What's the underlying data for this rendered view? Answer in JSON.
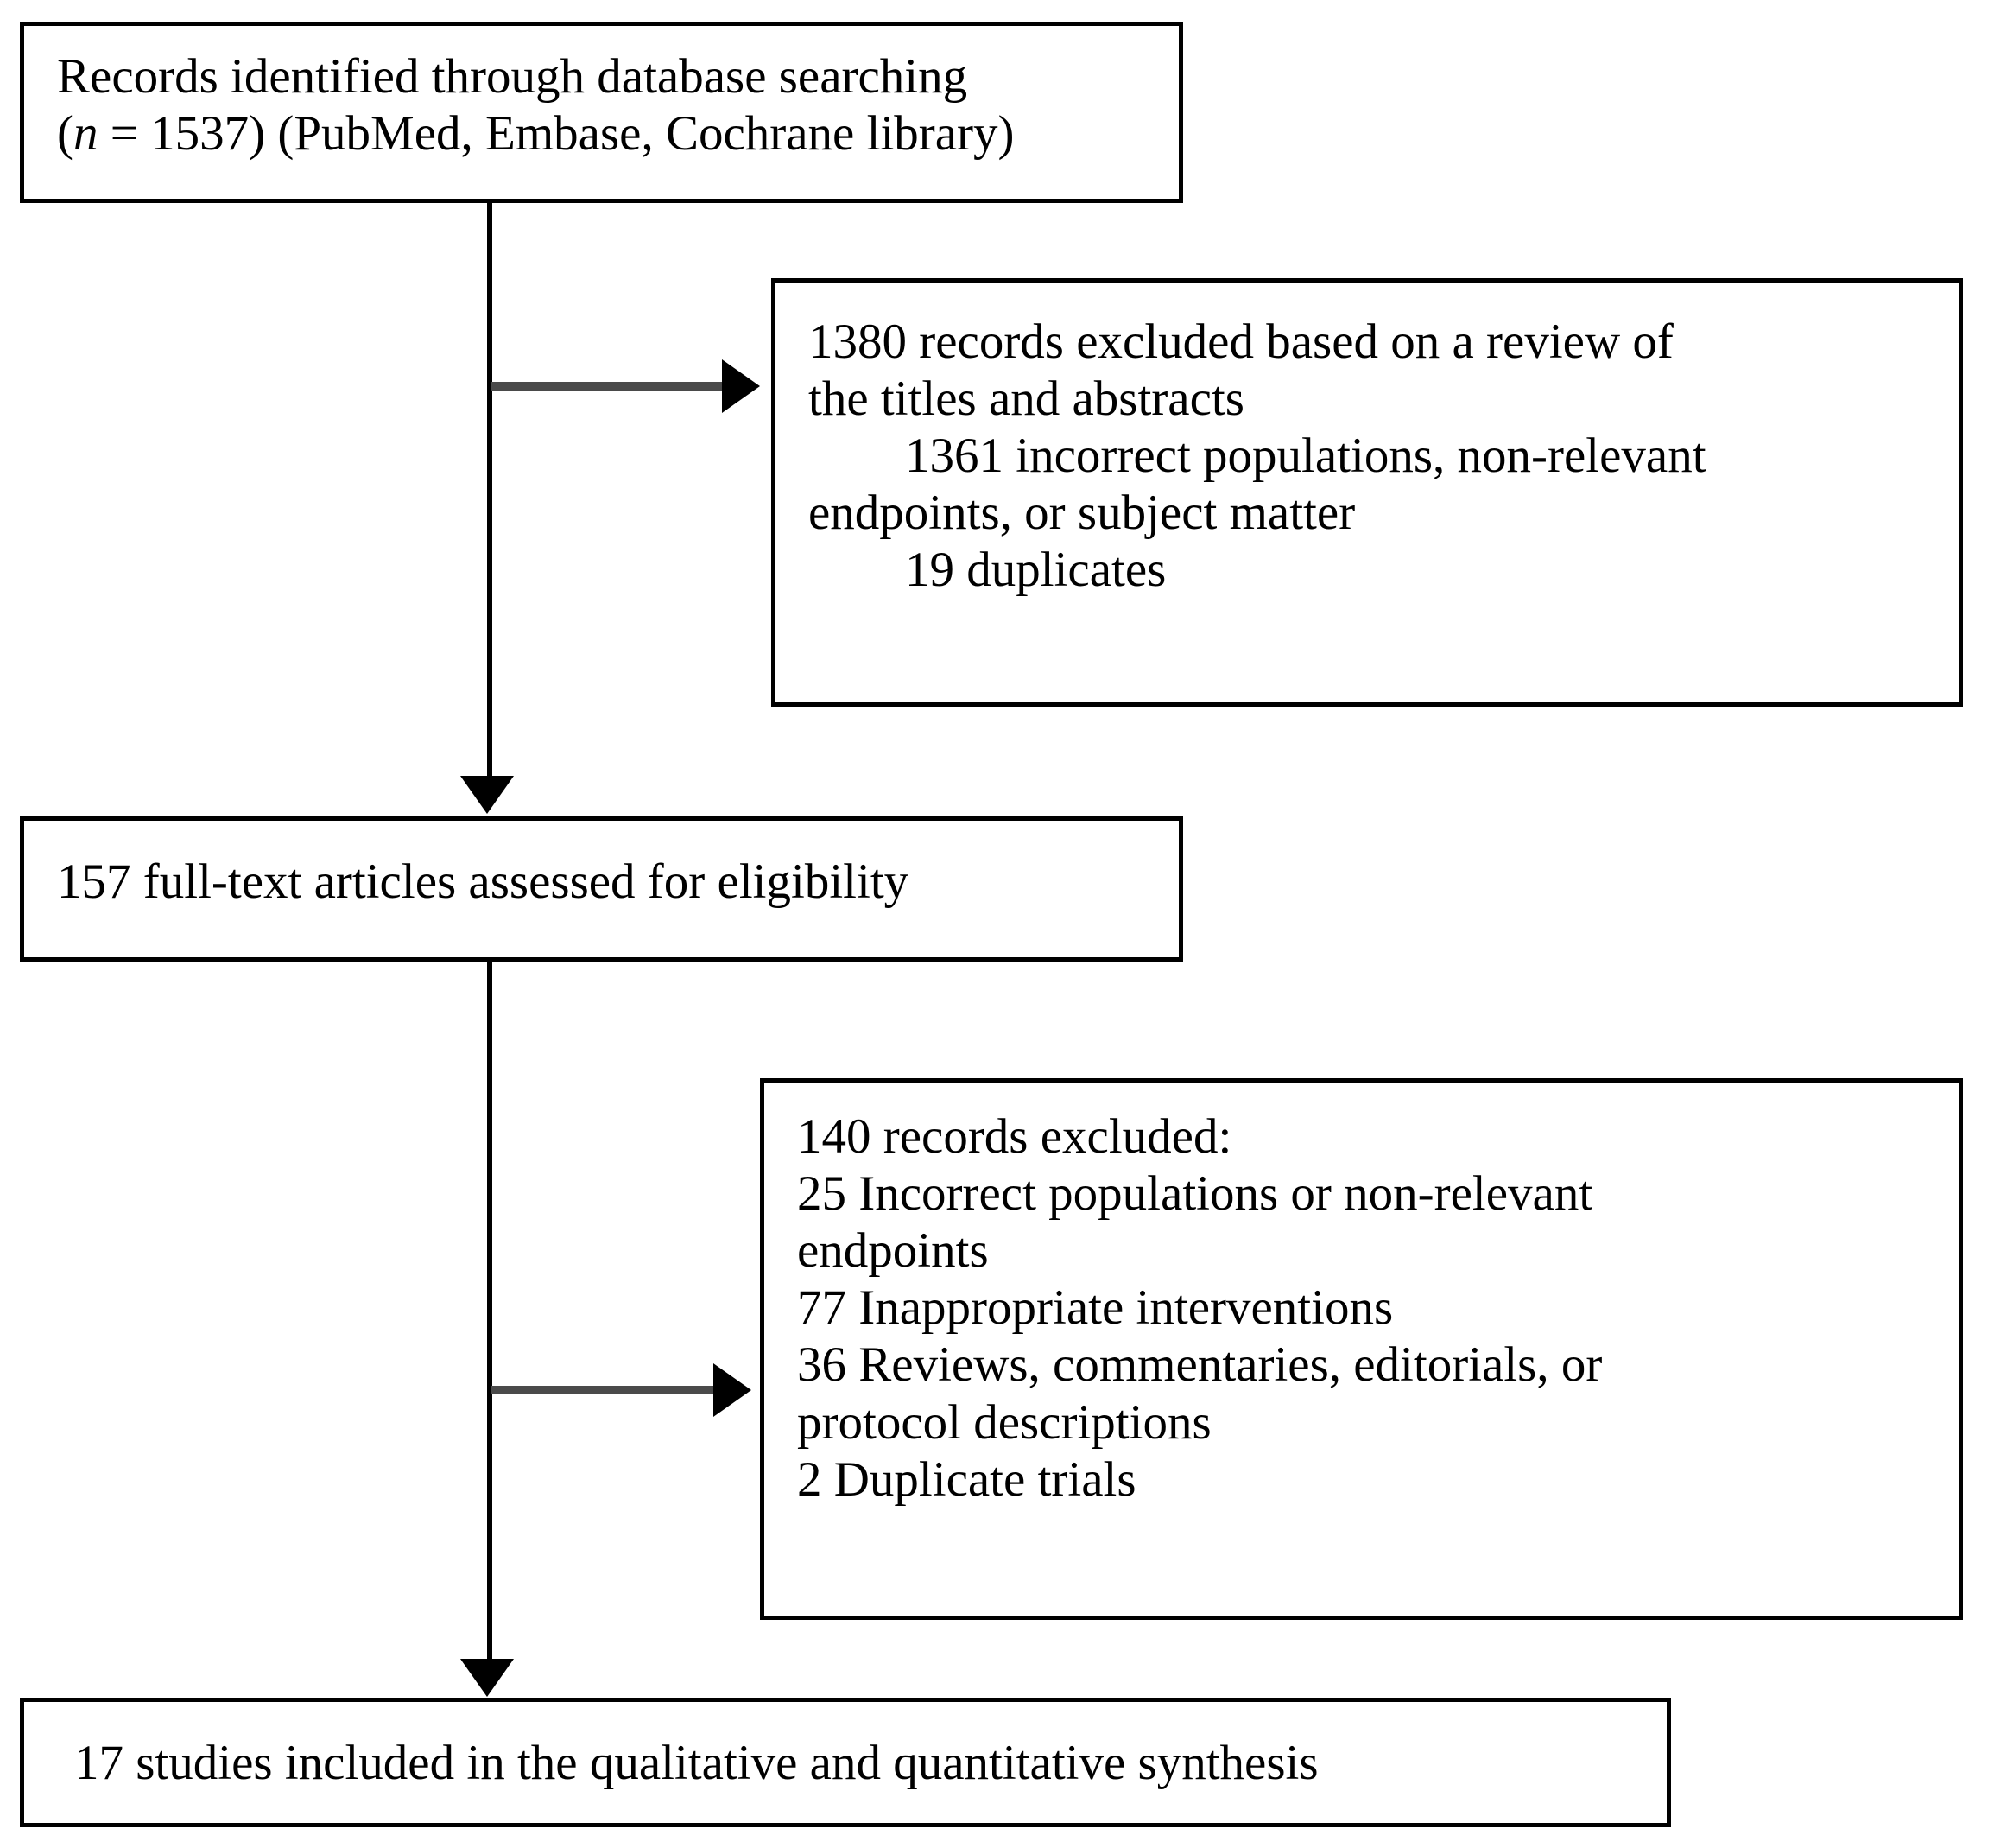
{
  "diagram": {
    "type": "prisma-flow-diagram",
    "title": "PRISMA study selection flow diagram",
    "colors": {
      "box_border": "#000000",
      "box_fill": "#ffffff",
      "connector_line": "#000000",
      "branch_line": "#4a4a4a",
      "text": "#000000"
    },
    "boxes": [
      {
        "id": "identified",
        "name": "records-identified-box",
        "lines": [
          "Records identified through database searching",
          "(n = 1537) (PubMed, Embase, Cochrane library)"
        ],
        "line1": "Records identified through database searching",
        "line2_prefix": "(",
        "line2_n": "n",
        "line2_rest": " = 1537) (PubMed, Embase, Cochrane library)",
        "count": 1537,
        "databases": [
          "PubMed",
          "Embase",
          "Cochrane library"
        ]
      },
      {
        "id": "excluded-screening",
        "name": "records-excluded-screening-box",
        "line1": "1380 records excluded based on a review of",
        "line2": "the titles and abstracts",
        "line3": "1361 incorrect populations, non-relevant",
        "line4": "endpoints, or subject matter",
        "line5": "19 duplicates",
        "count": 1380,
        "reasons": [
          {
            "count": 1361,
            "label": "incorrect populations, non-relevant endpoints, or subject matter"
          },
          {
            "count": 19,
            "label": "duplicates"
          }
        ]
      },
      {
        "id": "eligibility",
        "name": "full-text-assessed-box",
        "line1": "157 full-text articles assessed for eligibility",
        "count": 157
      },
      {
        "id": "excluded-fulltext",
        "name": "records-excluded-fulltext-box",
        "line1": "140 records excluded:",
        "line2": "25 Incorrect populations or non-relevant",
        "line3": "endpoints",
        "line4": "77 Inappropriate interventions",
        "line5": "36 Reviews, commentaries, editorials, or",
        "line6": "protocol descriptions",
        "line7": "2 Duplicate trials",
        "count": 140,
        "reasons": [
          {
            "count": 25,
            "label": "Incorrect populations or non-relevant endpoints"
          },
          {
            "count": 77,
            "label": "Inappropriate interventions"
          },
          {
            "count": 36,
            "label": "Reviews, commentaries, editorials, or protocol descriptions"
          },
          {
            "count": 2,
            "label": "Duplicate trials"
          }
        ]
      },
      {
        "id": "included",
        "name": "studies-included-box",
        "line1": "17 studies included in the qualitative and quantitative synthesis",
        "count": 17
      }
    ],
    "connectors": [
      {
        "id": "trunk-1",
        "from": "identified",
        "to": "eligibility",
        "direction": "down"
      },
      {
        "id": "branch-1",
        "from": "trunk-1",
        "to": "excluded-screening",
        "direction": "right"
      },
      {
        "id": "trunk-2",
        "from": "eligibility",
        "to": "included",
        "direction": "down"
      },
      {
        "id": "branch-2",
        "from": "trunk-2",
        "to": "excluded-fulltext",
        "direction": "right"
      }
    ]
  }
}
